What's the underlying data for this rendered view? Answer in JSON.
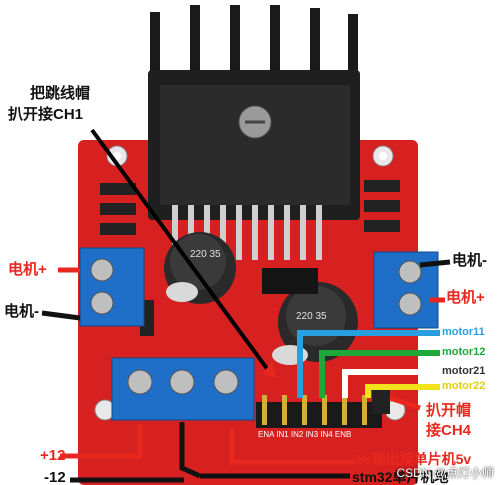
{
  "labels": {
    "jumper_note_line1": "把跳线帽",
    "jumper_note_line2": "扒开接CH1",
    "motor_plus_left": "电机+",
    "motor_minus_left": "电机-",
    "motor_minus_right": "电机-",
    "motor_plus_right": "电机+",
    "motor11": "motor11",
    "motor12": "motor12",
    "motor21": "motor21",
    "motor22": "motor22",
    "ch4_line1": "扒开帽",
    "ch4_line2": "接CH4",
    "plus12": "+12",
    "minus12": "-12",
    "mcu5v": "5v输出接单片机5v",
    "stm32gnd": "stm32单片机地",
    "pin_header": "ENA IN1 IN2 IN3 IN4 ENB",
    "chip_text_left": "220 35",
    "chip_text_right": "220 35",
    "watermark": "CSDN @点灯小师"
  },
  "colors": {
    "board": "#d72020",
    "terminal": "#1f6fc8",
    "heatsink": "#1a1a1a",
    "label_red": "#e8281e",
    "motor11_wire": "#2a9fe0",
    "motor12_wire": "#1fa83a",
    "motor21_wire": "#ffffff",
    "motor22_wire": "#f2e21a"
  }
}
